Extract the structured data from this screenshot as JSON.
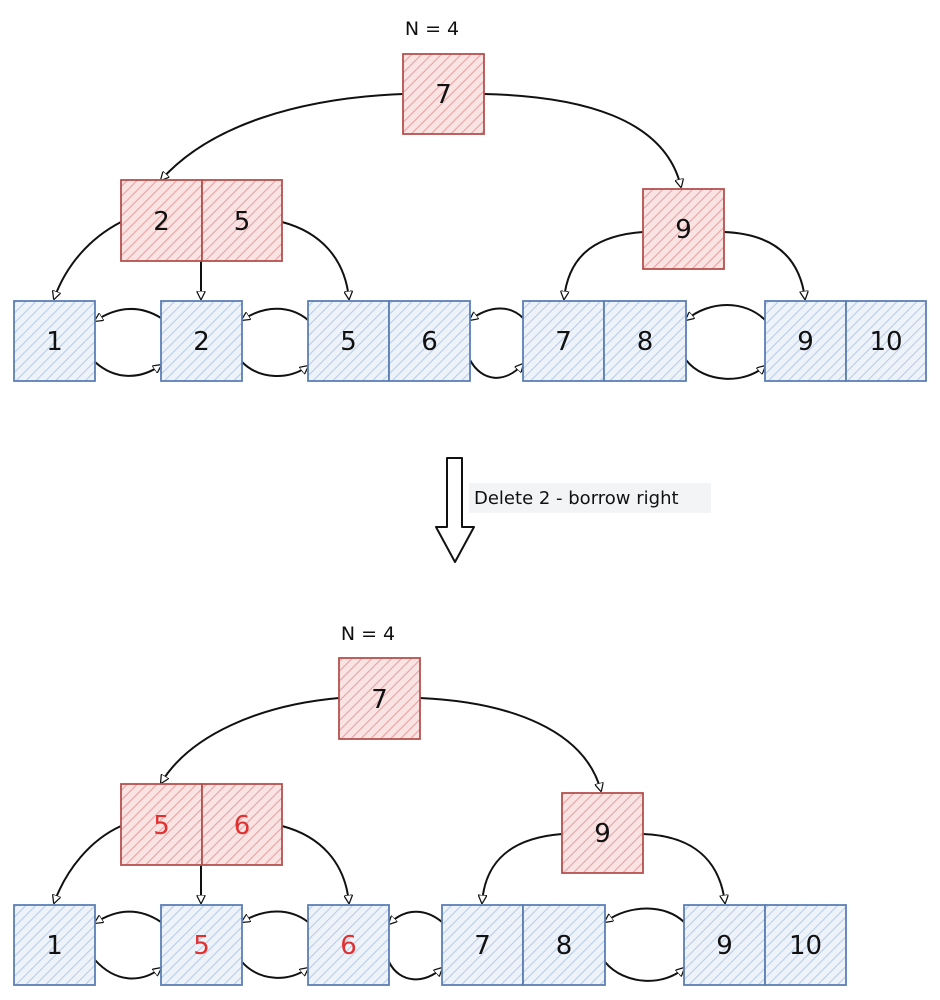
{
  "colors": {
    "internal_fill": "#f6d3d3",
    "internal_stroke": "#b5504e",
    "leaf_fill": "#dde8f4",
    "leaf_stroke": "#5b7fb5",
    "text": "#111111",
    "highlight_text": "#e03131"
  },
  "operation": {
    "label": "Delete 2 - borrow right",
    "arrow_icon": "down-arrow-icon"
  },
  "before": {
    "n_label": "N = 4",
    "root": [
      "7"
    ],
    "internal": [
      [
        "2",
        "5"
      ],
      [
        "9"
      ]
    ],
    "leaves": [
      [
        "1"
      ],
      [
        "2"
      ],
      [
        "5",
        "6"
      ],
      [
        "7",
        "8"
      ],
      [
        "9",
        "10"
      ]
    ],
    "highlighted": []
  },
  "after": {
    "n_label": "N = 4",
    "root": [
      "7"
    ],
    "internal": [
      [
        "5",
        "6"
      ],
      [
        "9"
      ]
    ],
    "leaves": [
      [
        "1"
      ],
      [
        "5"
      ],
      [
        "6"
      ],
      [
        "7",
        "8"
      ],
      [
        "9",
        "10"
      ]
    ],
    "highlighted": [
      "internal.0.0",
      "internal.0.1",
      "leaves.1.0",
      "leaves.2.0"
    ]
  }
}
